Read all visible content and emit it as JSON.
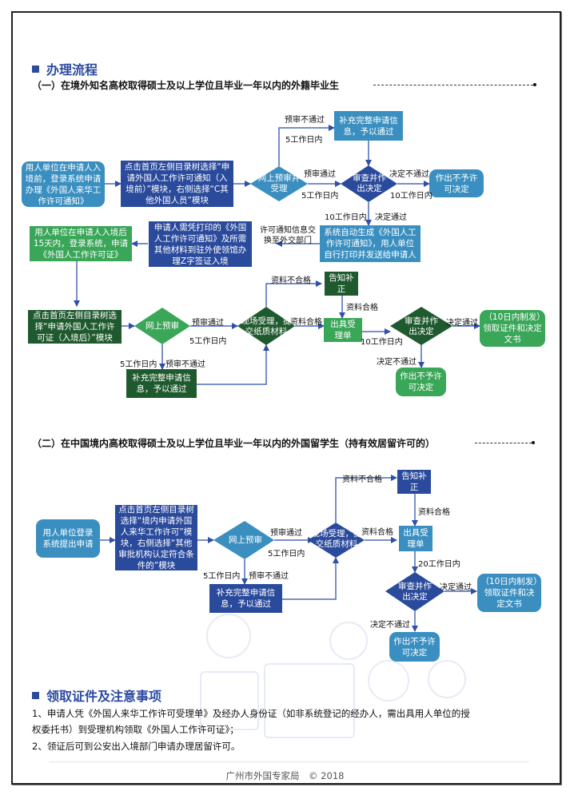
{
  "section1": {
    "title": "办理流程",
    "subtitle": "（一）在境外知名高校取得硕士及以上学位且毕业一年以内的外籍毕业生",
    "nodes": {
      "start": "用人单位在申请人入境前，登录系统申请办理《外国人来华工作许可通知》",
      "select_module": "点击首页左侧目录树选择“申请外国人工作许可通知（入境前）”模块，右侧选择“C其他外国人员”模块",
      "online_review": "网上预审并受理",
      "supplement": "补充完整申请信息，予以通过",
      "review_decide": "审查并作出决定",
      "deny": "作出不予许可决定",
      "auto_generate": "系统自动生成《外国人工作许可通知》，用人单位自行打印并发送给申请人",
      "visa": "申请人需凭打印的《外国人工作许可通知》及所需其他材料到驻外使领馆办理Z字签证入境",
      "apply_permit": "用人单位在申请人入境后15天内，登录系统，申请《外国人工作许可证》",
      "select_module2": "点击首页左侧目录树选择“申请外国人工作许可证（入境后）”模块",
      "online_review2": "网上预审",
      "supplement2": "补充完整申请信息，予以通过",
      "onsite": "现场受理，提交纸质材料",
      "notify": "告知补正",
      "receipt": "出具受理单",
      "review_decide2": "审查并作出决定",
      "collect": "（10日内制发）领取证件和决定文书",
      "deny2": "作出不予许可决定"
    },
    "labels": {
      "pre_fail": "预审不通过",
      "days5_a": "5工作日内",
      "pre_pass": "预审通过",
      "days5_b": "5工作日内",
      "decision_fail": "决定不通过",
      "days10_a": "10工作日内",
      "days10_b": "10工作日内",
      "decision_pass": "决定通过",
      "exchange": "许可通知信息交换至外交部门",
      "material_fail": "资料不合格",
      "material_ok": "资料合格",
      "material_ok2": "资料合格",
      "pre_pass2": "预审通过",
      "days5_c": "5工作日内",
      "days5_d": "5工作日内",
      "pre_fail2": "预审不通过",
      "days10_c": "10工作日内",
      "decision_pass2": "决定通过",
      "decision_fail2": "决定不通过"
    }
  },
  "section2": {
    "subtitle": "（二）在中国境内高校取得硕士及以上学位且毕业一年以内的外国留学生（持有效居留许可的）",
    "nodes": {
      "start": "用人单位登录系统提出申请",
      "select_module": "点击首页左侧目录树选择“境内申请外国人来华工作许可”模块，右侧选择“其他审批机构认定符合条件的”模块",
      "online_review": "网上预审",
      "supplement": "补充完整申请信息，予以通过",
      "onsite": "现场受理，提交纸质材料",
      "notify": "告知补正",
      "receipt": "出具受理单",
      "review_decide": "审查并作出决定",
      "collect": "（10日内制发）领取证件和决定文书",
      "deny": "作出不予许可决定"
    },
    "labels": {
      "pre_pass": "预审通过",
      "days5_a": "5工作日内",
      "days5_b": "5工作日内",
      "pre_fail": "预审不通过",
      "material_fail": "资料不合格",
      "material_ok": "资料合格",
      "material_ok2": "资料合格",
      "days20": "20工作日内",
      "decision_pass": "决定通过",
      "decision_fail": "决定不通过"
    }
  },
  "section3": {
    "title": "领取证件及注意事项",
    "notes": [
      "1、申请人凭《外国人来华工作许可受理单》及经办人身份证（如非系统登记的经办人，需出具用人单位的授",
      "权委托书）到受理机构领取《外国人工作许可证》；",
      "2、领证后可到公安出入境部门申请办理居留许可。"
    ]
  },
  "footer": "广州市外国专家局　© 2018",
  "colors": {
    "teal": "#3a8fc0",
    "navy": "#2a4a9c",
    "green": "#3aa658",
    "dark_green": "#1f5a2e",
    "title_blue": "#2b4aa0",
    "arrow": "#2f4fa8"
  }
}
